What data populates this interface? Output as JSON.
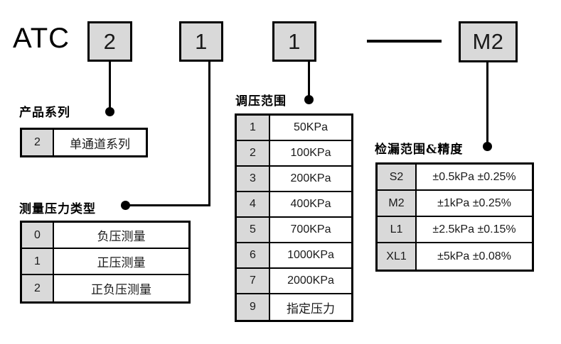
{
  "title_text": "ATC",
  "top_boxes": [
    {
      "name": "series-code-box",
      "value": "2"
    },
    {
      "name": "pressure-type-box",
      "value": "1"
    },
    {
      "name": "pressure-range-box",
      "value": "1"
    },
    {
      "name": "leak-range-box",
      "value": "M2"
    }
  ],
  "separator": "—",
  "groups": {
    "product_series": {
      "label": "产品系列",
      "rows": [
        {
          "code": "2",
          "desc": "单通道系列"
        }
      ]
    },
    "pressure_type": {
      "label": "测量压力类型",
      "rows": [
        {
          "code": "0",
          "desc": "负压测量"
        },
        {
          "code": "1",
          "desc": "正压测量"
        },
        {
          "code": "2",
          "desc": "正负压测量"
        }
      ]
    },
    "pressure_range": {
      "label": "调压范围",
      "rows": [
        {
          "code": "1",
          "desc": "50KPa"
        },
        {
          "code": "2",
          "desc": "100KPa"
        },
        {
          "code": "3",
          "desc": "200KPa"
        },
        {
          "code": "4",
          "desc": "400KPa"
        },
        {
          "code": "5",
          "desc": "700KPa"
        },
        {
          "code": "6",
          "desc": "1000KPa"
        },
        {
          "code": "7",
          "desc": "2000KPa"
        },
        {
          "code": "9",
          "desc": "指定压力"
        }
      ]
    },
    "leak_range": {
      "label": "检漏范围&精度",
      "rows": [
        {
          "code": "S2",
          "desc": "±0.5kPa ±0.25%"
        },
        {
          "code": "M2",
          "desc": "±1kPa ±0.25%"
        },
        {
          "code": "L1",
          "desc": "±2.5kPa ±0.15%"
        },
        {
          "code": "XL1",
          "desc": "±5kPa ±0.08%"
        }
      ]
    }
  },
  "colors": {
    "box_fill": "#d9d9d9",
    "line": "#000000",
    "background": "#ffffff"
  }
}
